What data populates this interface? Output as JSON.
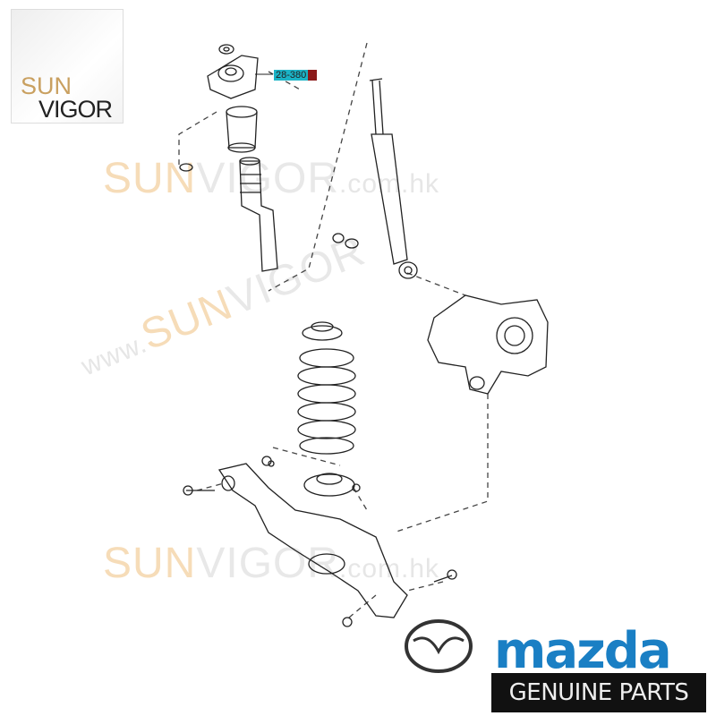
{
  "watermark": {
    "sun": "SUN",
    "vigor": "VIGOR",
    "domain": ".com.hk",
    "www": "www."
  },
  "corner_logo": {
    "sun": "SUN",
    "vigor": "VIGOR"
  },
  "part_label": "28-380",
  "brand": {
    "name": "mazda",
    "tagline": "GENUINE PARTS",
    "color": "#1a7fc4"
  }
}
